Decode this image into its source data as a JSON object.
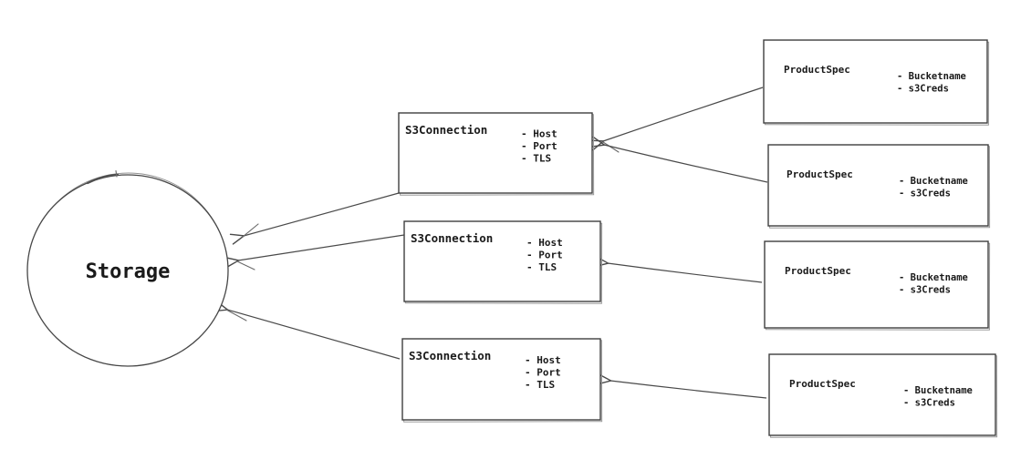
{
  "diagram": {
    "storage": {
      "label": "Storage"
    },
    "s3_connections": [
      {
        "title": "S3Connection",
        "attributes": [
          "- Host",
          "- Port",
          "- TLS"
        ]
      },
      {
        "title": "S3Connection",
        "attributes": [
          "- Host",
          "- Port",
          "- TLS"
        ]
      },
      {
        "title": "S3Connection",
        "attributes": [
          "- Host",
          "- Port",
          "- TLS"
        ]
      }
    ],
    "product_specs": [
      {
        "title": "ProductSpec",
        "attributes": [
          "- Bucketname",
          "- s3Creds"
        ]
      },
      {
        "title": "ProductSpec",
        "attributes": [
          "- Bucketname",
          "- s3Creds"
        ]
      },
      {
        "title": "ProductSpec",
        "attributes": [
          "- Bucketname",
          "- s3Creds"
        ]
      },
      {
        "title": "ProductSpec",
        "attributes": [
          "- Bucketname",
          "- s3Creds"
        ]
      }
    ],
    "colors": {
      "stroke": "#3f3f3f",
      "text": "#1a1a1a",
      "background": "#ffffff"
    }
  }
}
